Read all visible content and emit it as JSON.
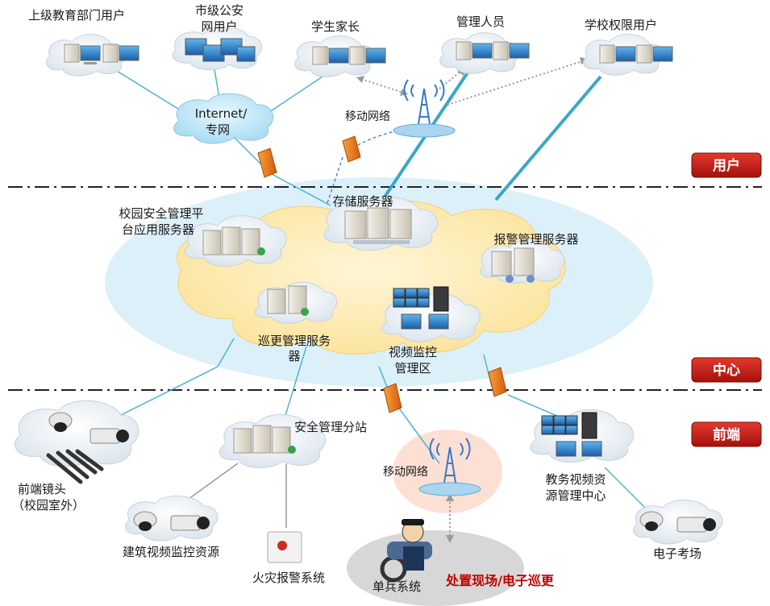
{
  "zones": {
    "user": "用户",
    "center": "中心",
    "frontend": "前端"
  },
  "nodes": {
    "edu_dept": "上级教育部门用户",
    "police_1": "市级公安",
    "police_2": "网用户",
    "parents": "学生家长",
    "managers": "管理人员",
    "school_users": "学校权限用户",
    "internet_1": "Internet/",
    "internet_2": "专网",
    "mobile_top": "移动网络",
    "storage": "存储服务器",
    "platform_1": "校园安全管理平",
    "platform_2": "台应用服务器",
    "alarm_server": "报警管理服务器",
    "patrol_1": "巡更管理服务",
    "patrol_2": "器",
    "video_1": "视频监控",
    "video_2": "管理区",
    "front_cam_1": "前端镜头",
    "front_cam_2": "（校园室外）",
    "substation": "安全管理分站",
    "mobile_bottom": "移动网络",
    "building_video": "建筑视频监控资源",
    "fire_alarm": "火灾报警系统",
    "single_soldier": "单兵系统",
    "onsite": "处置现场/电子巡更",
    "edu_video_1": "教务视频资",
    "edu_video_2": "源管理中心",
    "exam": "电子考场"
  }
}
